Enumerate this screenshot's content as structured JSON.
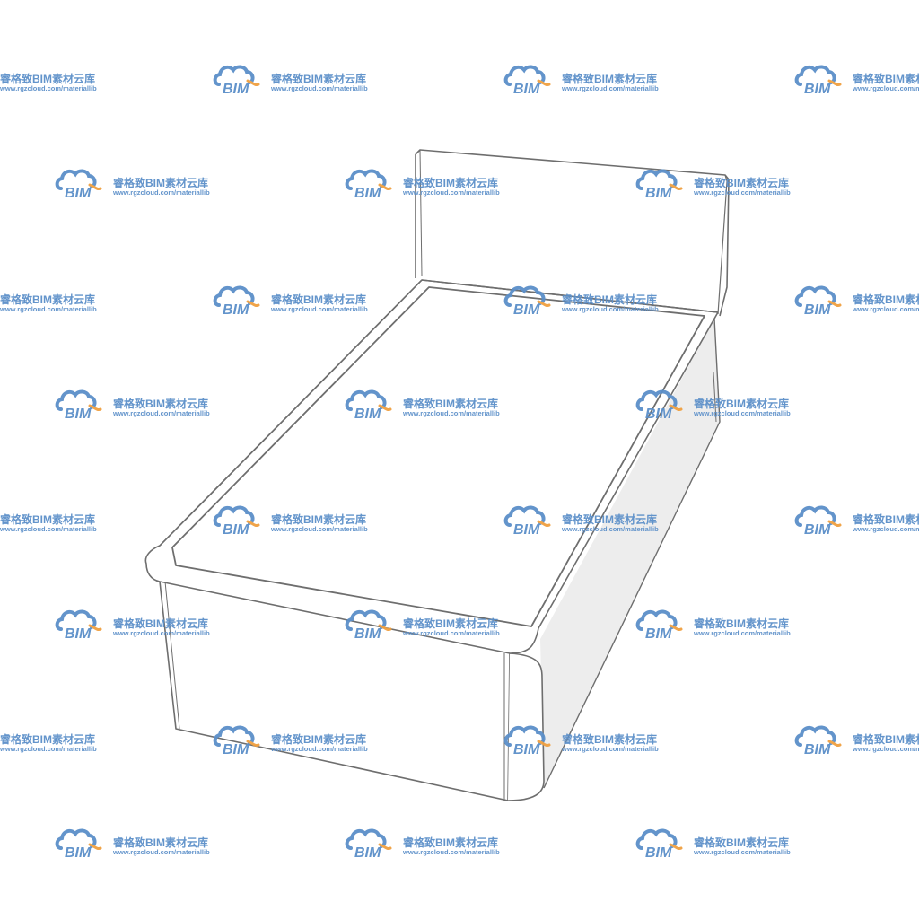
{
  "watermark": {
    "logo_text": "BIM",
    "title": "睿格致BIM素材云库",
    "url": "www.rgzcloud.com/materiallib",
    "cloud_color": "#5b8fc9",
    "accent_color": "#f0a040",
    "text_color": "#5b8fc9",
    "logo_icon": "cloud-icon"
  },
  "drawing": {
    "subject": "bed-icon",
    "line_color": "#6e6e6e",
    "shade_color": "#eeeeee"
  }
}
